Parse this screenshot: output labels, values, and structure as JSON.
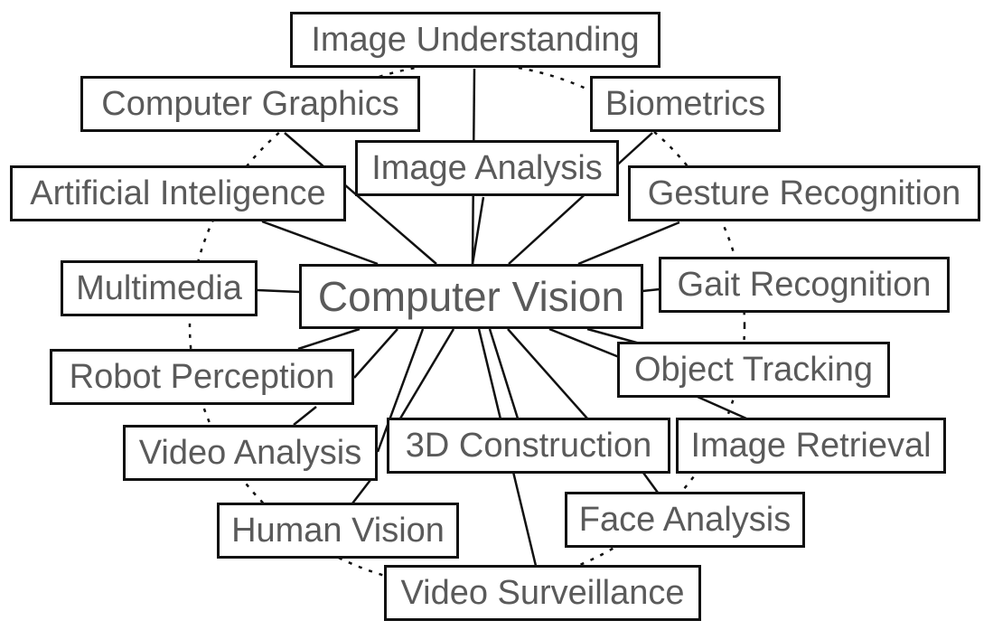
{
  "diagram": {
    "center": "Computer Vision",
    "nodes": {
      "image_understanding": "Image Understanding",
      "computer_graphics": "Computer Graphics",
      "biometrics": "Biometrics",
      "image_analysis": "Image Analysis",
      "artificial_inteligence": "Artificial Inteligence",
      "gesture_recognition": "Gesture Recognition",
      "multimedia": "Multimedia",
      "gait_recognition": "Gait Recognition",
      "robot_perception": "Robot Perception",
      "object_tracking": "Object Tracking",
      "video_analysis": "Video Analysis",
      "construction_3d": "3D Construction",
      "image_retrieval": "Image Retrieval",
      "human_vision": "Human Vision",
      "face_analysis": "Face Analysis",
      "video_surveillance": "Video Surveillance"
    }
  },
  "colors": {
    "text": "#5a5a5a",
    "border": "#111111",
    "line": "#111111"
  }
}
